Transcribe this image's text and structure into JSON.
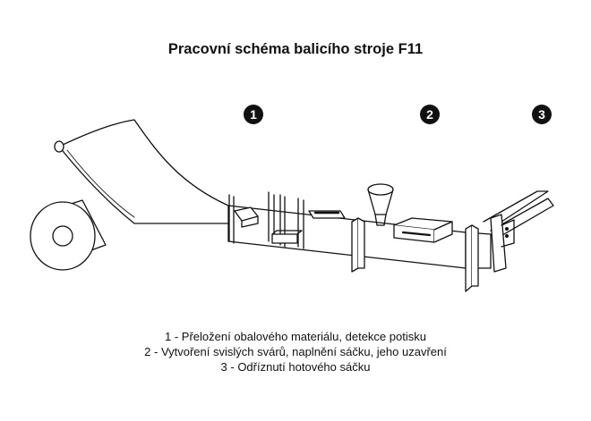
{
  "title": "Pracovní schéma balicího stroje F11",
  "steps": [
    {
      "number": "1",
      "text": "1 - Přeložení obalového materiálu, detekce potisku"
    },
    {
      "number": "2",
      "text": "2 - Vytvoření svislých svárů, naplnění sáčku, jeho uzavření"
    },
    {
      "number": "3",
      "text": "3 - Odříznutí hotového sáčku"
    }
  ]
}
